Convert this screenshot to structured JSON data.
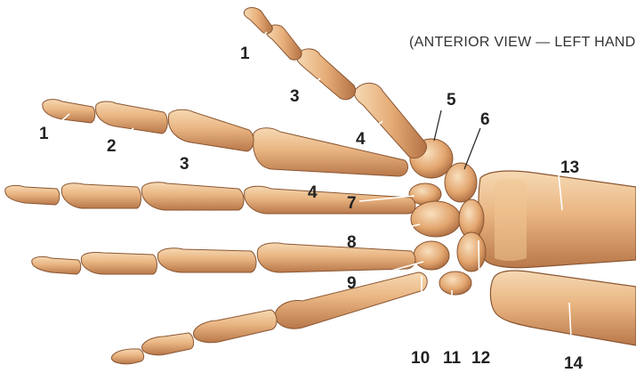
{
  "figure": {
    "view_title": "(ANTERIOR VIEW — LEFT HAND)",
    "colors": {
      "bone_light": "#f3cfa3",
      "bone_mid": "#e2a872",
      "bone_dark": "#b9784a",
      "bone_edge": "#8a5632",
      "background": "#ffffff",
      "label_text": "#222222"
    }
  },
  "labels": {
    "thumb_distal_phalanx": "1",
    "thumb_proximal_phalanx": "3",
    "thumb_metacarpal": "4",
    "index_distal_phalanx": "1",
    "index_middle_phalanx": "2",
    "index_proximal_phalanx": "3",
    "index_metacarpal": "4",
    "trapezium": "5",
    "scaphoid": "6",
    "trapezoid": "7",
    "capitate": "8",
    "hamate": "9",
    "pisiform_10": "10",
    "triquetrum_11": "11",
    "lunate_12": "12",
    "radius": "13",
    "ulna": "14"
  }
}
